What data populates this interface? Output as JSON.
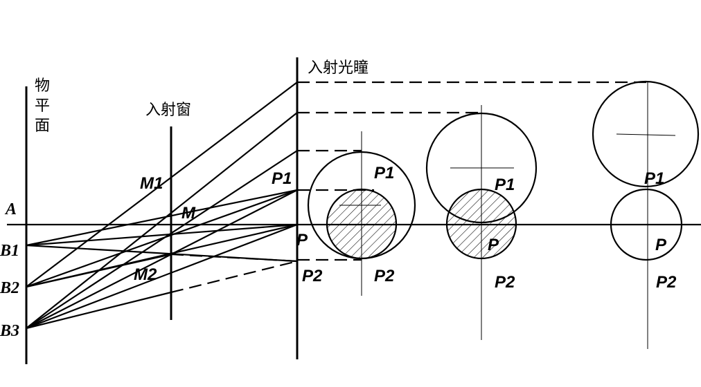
{
  "labels": {
    "object_plane": [
      "物",
      "平",
      "面"
    ],
    "entrance_window": "入射窗",
    "entrance_pupil": "入射光瞳",
    "A": "A",
    "B1": "B1",
    "B2": "B2",
    "B3": "B3",
    "M1": "M1",
    "M": "M",
    "M2": "M2",
    "P1": "P1",
    "P": "P",
    "P2": "P2"
  },
  "colors": {
    "ink": "#000000",
    "background": "#ffffff"
  }
}
